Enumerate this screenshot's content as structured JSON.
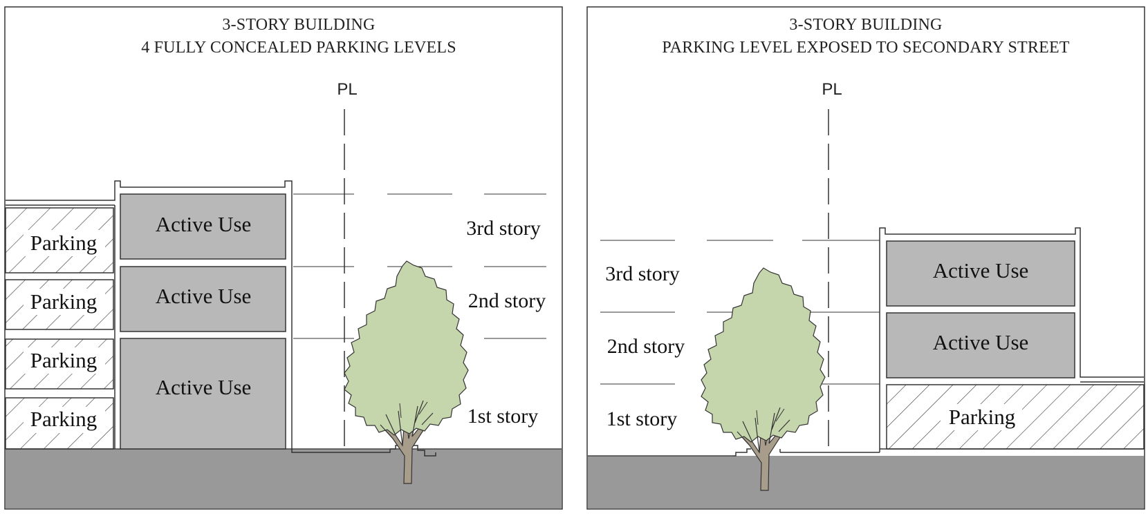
{
  "left_panel": {
    "title_line1": "3-STORY BUILDING",
    "title_line2": "4 FULLY CONCEALED PARKING LEVELS",
    "property_line_label": "PL",
    "parking_labels": [
      "Parking",
      "Parking",
      "Parking",
      "Parking"
    ],
    "active_use_labels": [
      "Active Use",
      "Active Use",
      "Active Use"
    ],
    "story_labels": [
      "3rd story",
      "2nd story",
      "1st story"
    ]
  },
  "right_panel": {
    "title_line1": "3-STORY BUILDING",
    "title_line2": "PARKING LEVEL EXPOSED TO SECONDARY STREET",
    "property_line_label": "PL",
    "parking_label": "Parking",
    "active_use_labels": [
      "Active Use",
      "Active Use"
    ],
    "story_labels": [
      "3rd story",
      "2nd story",
      "1st story"
    ]
  },
  "colors": {
    "ground": "#999999",
    "active_use_fill": "#b8b8b8",
    "tree_canopy": "#c5d5ac",
    "tree_trunk": "#a89c8a",
    "line": "#333333"
  }
}
